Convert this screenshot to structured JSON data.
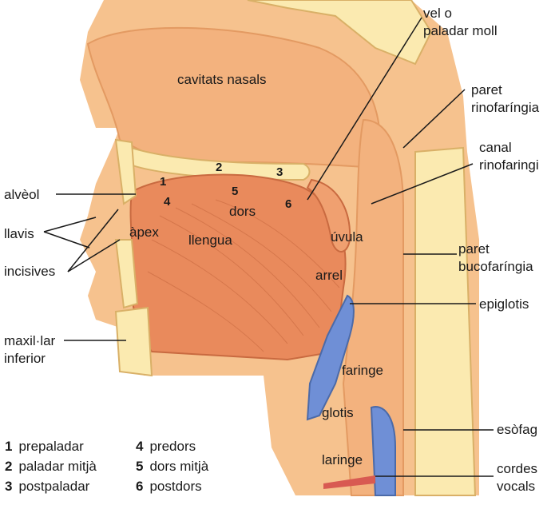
{
  "regions": {
    "nasal_cavity": "cavitats nasals",
    "tongue": "llengua",
    "apex": "àpex",
    "dorsum": "dors",
    "uvula": "úvula",
    "root": "arrel",
    "pharynx": "faringe",
    "glottis": "glotis",
    "larynx": "laringe"
  },
  "callouts": {
    "soft_palate": [
      "vel o",
      "paladar moll"
    ],
    "nasopharyngeal_wall": [
      "paret",
      "rinofaríngia"
    ],
    "nasopharyngeal_canal": [
      "canal",
      "rinofaringi"
    ],
    "buccopharyngeal_wall": [
      "paret",
      "bucofaríngia"
    ],
    "epiglottis": [
      "epiglotis"
    ],
    "esophagus": [
      "esòfag"
    ],
    "vocal_cords": [
      "cordes",
      "vocals"
    ],
    "alveolus": [
      "alvèol"
    ],
    "lips": [
      "llavis"
    ],
    "incisors": [
      "incisives"
    ],
    "lower_jaw": [
      "maxil·lar",
      "inferior"
    ]
  },
  "zone_numbers": {
    "n1": "1",
    "n2": "2",
    "n3": "3",
    "n4": "4",
    "n5": "5",
    "n6": "6"
  },
  "legend": [
    {
      "num": "1",
      "text": "prepaladar"
    },
    {
      "num": "2",
      "text": "paladar mitjà"
    },
    {
      "num": "3",
      "text": "postpaladar"
    },
    {
      "num": "4",
      "text": "predors"
    },
    {
      "num": "5",
      "text": "dors mitjà"
    },
    {
      "num": "6",
      "text": "postdors"
    }
  ],
  "colors": {
    "skin": "#f6c28e",
    "skin_dark": "#e7a56c",
    "cavity": "#f3b27e",
    "bone": "#fbeab0",
    "tongue": "#e98a5c",
    "muscle_lines": "#c96a40",
    "cartilage": "#6f8fd6",
    "lead_line": "#1a1a1a"
  }
}
